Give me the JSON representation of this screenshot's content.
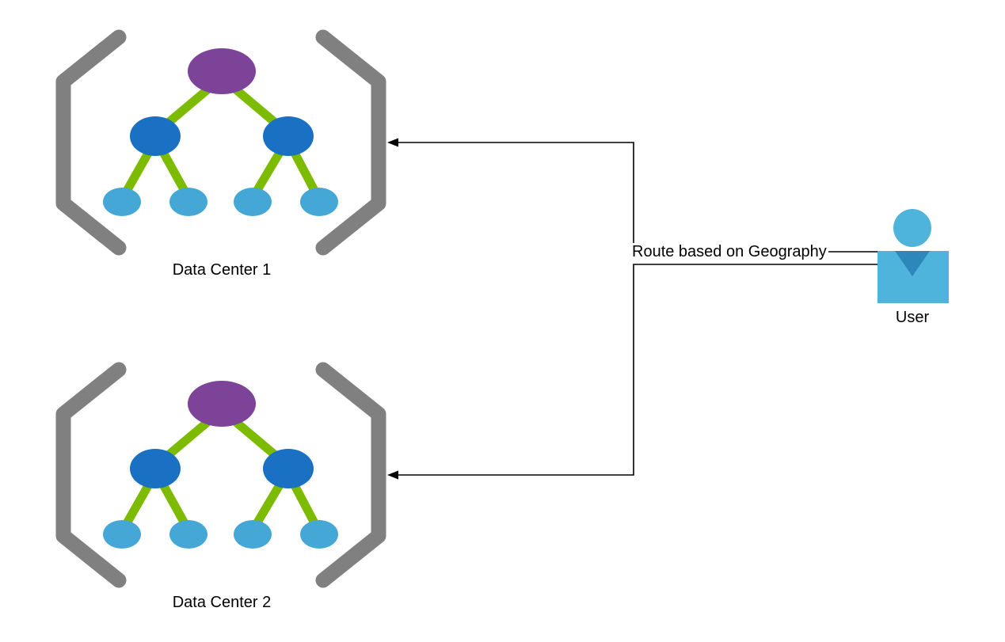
{
  "diagram": {
    "data_centers": [
      {
        "label": "Data Center 1"
      },
      {
        "label": "Data Center 2"
      }
    ],
    "route_label": "Route based on Geography",
    "user_label": "User"
  },
  "colors": {
    "root_node": "#7c4399",
    "mid_node": "#1a70c2",
    "leaf_node": "#45a7d6",
    "tree_edge": "#7cbb00",
    "bracket": "#808080",
    "user_fill": "#4fb4dc",
    "user_collar": "#2d87bb",
    "connector": "#000000"
  }
}
